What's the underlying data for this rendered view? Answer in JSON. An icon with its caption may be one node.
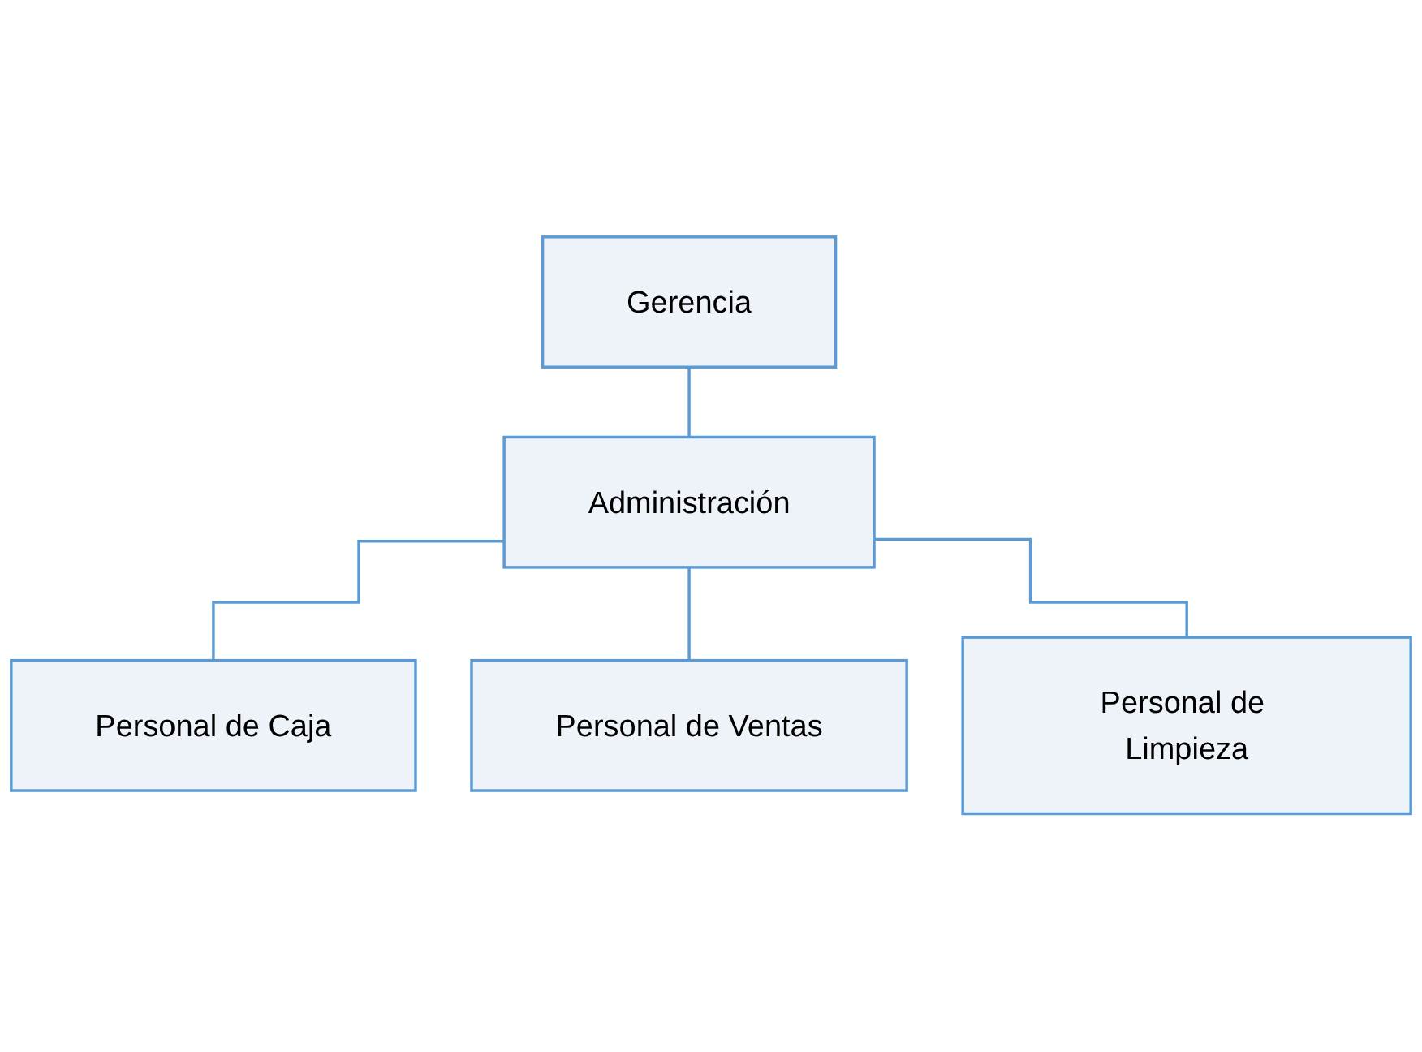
{
  "diagram": {
    "nodes": [
      {
        "text": [
          "Gerencia"
        ]
      },
      {
        "text": [
          "Administración"
        ]
      },
      {
        "text": [
          "Personal de Caja"
        ]
      },
      {
        "text": [
          "Personal de Ventas"
        ]
      },
      {
        "text": [
          "Personal de Limpieza"
        ]
      }
    ],
    "edges": [
      {
        "from": 0,
        "to": 1,
        "arrow": "none"
      },
      {
        "from": 1,
        "to": 2,
        "arrow": "none"
      },
      {
        "from": 1,
        "to": 3,
        "arrow": "none"
      },
      {
        "from": 1,
        "to": 4,
        "arrow": "none"
      }
    ]
  }
}
